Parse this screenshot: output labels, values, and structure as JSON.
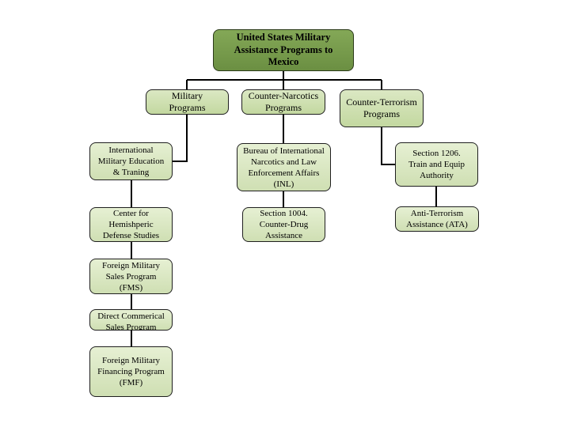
{
  "nodes": {
    "root": "United States Military\nAssistance Programs to\nMexico",
    "military_programs": "Military\nPrograms",
    "counter_narcotics": "Counter-Narcotics\nPrograms",
    "counter_terrorism": "Counter-Terrorism\nPrograms",
    "imet": "International\nMilitary  Education\n& Traning",
    "chds": "Center for\nHemishperic\nDefense Studies",
    "fms": "Foreign Military\nSales Program\n(FMS)",
    "dcs": "Direct Commerical\nSales Program",
    "fmf": "Foreign Military\nFinancing Program\n(FMF)",
    "inl": "Bureau of International\nNarcotics and Law\nEnforcement Affairs\n(INL)",
    "section_1004": "Section 1004.\nCounter-Drug\nAssistance",
    "section_1206": "Section 1206.\nTrain and Equip\nAuthority",
    "ata": "Anti-Terrorism\nAssistance  (ATA)"
  },
  "colors": {
    "root_fill": "#76a04b",
    "node_fill": "#d7e6c0",
    "line": "#000000"
  }
}
